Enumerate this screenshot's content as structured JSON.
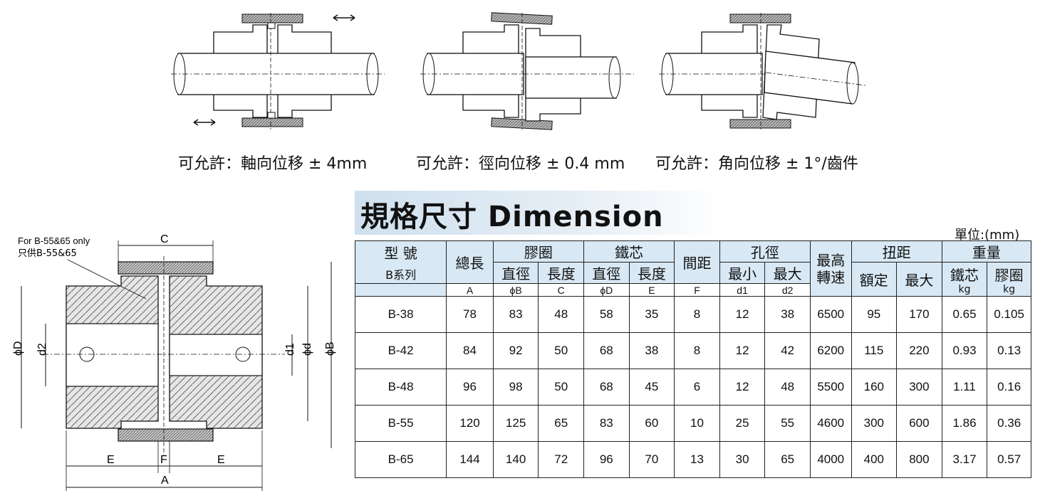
{
  "top_captions": [
    "可允許：軸向位移 ± 4mm",
    "可允許：徑向位移 ± 0.4 mm",
    "可允許：角向位移 ± 1°/齒件"
  ],
  "title": "規格尺寸 Dimension",
  "unit": "單位:(mm)",
  "cross_section": {
    "note_en": "For B-55&65 only",
    "note_zh": "只供B-55&65",
    "labels": {
      "C": "C",
      "D": "ϕD",
      "d2": "d2",
      "d1": "d1",
      "d": "ϕd",
      "B": "ϕB",
      "E": "E",
      "F": "F",
      "A": "A"
    }
  },
  "table": {
    "h_model": "型 號",
    "h_model_sub": "B系列",
    "h_total_len": "總長",
    "h_rubber": "膠圈",
    "h_iron": "鐵芯",
    "h_gap": "間距",
    "h_bore": "孔徑",
    "h_speed": "最高\n轉速",
    "h_torque": "扭距",
    "h_weight": "重量",
    "sub": {
      "rubber_dia": "直徑",
      "rubber_len": "長度",
      "iron_dia": "直徑",
      "iron_len": "長度",
      "bore_min": "最小",
      "bore_max": "最大",
      "torque_rated": "額定",
      "torque_max": "最大",
      "w_iron": "鐵芯",
      "w_rubber": "膠圈",
      "kg1": "kg",
      "kg2": "kg"
    },
    "symbols": [
      "A",
      "ϕB",
      "C",
      "ϕD",
      "E",
      "F",
      "d1",
      "d2"
    ],
    "rows": [
      [
        "B-38",
        "78",
        "83",
        "48",
        "58",
        "35",
        "8",
        "12",
        "38",
        "6500",
        "95",
        "170",
        "0.65",
        "0.105"
      ],
      [
        "B-42",
        "84",
        "92",
        "50",
        "68",
        "38",
        "8",
        "12",
        "42",
        "6200",
        "115",
        "220",
        "0.93",
        "0.13"
      ],
      [
        "B-48",
        "96",
        "98",
        "50",
        "68",
        "45",
        "6",
        "12",
        "48",
        "5500",
        "160",
        "300",
        "1.11",
        "0.16"
      ],
      [
        "B-55",
        "120",
        "125",
        "65",
        "83",
        "60",
        "10",
        "25",
        "55",
        "4600",
        "300",
        "600",
        "1.86",
        "0.36"
      ],
      [
        "B-65",
        "144",
        "140",
        "72",
        "96",
        "70",
        "13",
        "30",
        "65",
        "4000",
        "400",
        "800",
        "3.17",
        "0.57"
      ]
    ]
  }
}
